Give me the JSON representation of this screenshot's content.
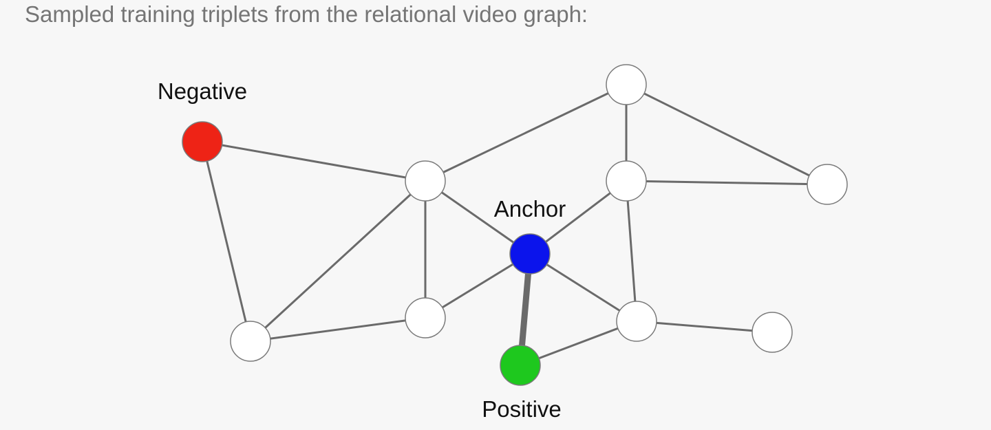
{
  "heading": "Sampled training triplets from the relational video graph:",
  "colors": {
    "background": "#f7f7f7",
    "edge": "#6a6a6a",
    "highlight_edge": "#6a6a6a",
    "node_fill": "#ffffff",
    "node_stroke": "#7a7a7a",
    "negative": "#ee2316",
    "anchor": "#0b14ec",
    "positive": "#1ec81e"
  },
  "graph": {
    "nodes": [
      {
        "id": "negative",
        "role": "negative",
        "label": "Negative"
      },
      {
        "id": "anchor",
        "role": "anchor",
        "label": "Anchor"
      },
      {
        "id": "positive",
        "role": "positive",
        "label": "Positive"
      },
      {
        "id": "n-top",
        "role": "plain",
        "label": ""
      },
      {
        "id": "n-mid-left",
        "role": "plain",
        "label": ""
      },
      {
        "id": "n-mid-right",
        "role": "plain",
        "label": ""
      },
      {
        "id": "n-far-right",
        "role": "plain",
        "label": ""
      },
      {
        "id": "n-bottom-left",
        "role": "plain",
        "label": ""
      },
      {
        "id": "n-bottom-center",
        "role": "plain",
        "label": ""
      },
      {
        "id": "n-bottom-right",
        "role": "plain",
        "label": ""
      },
      {
        "id": "n-far-bottom-right",
        "role": "plain",
        "label": ""
      }
    ],
    "edges": [
      {
        "from": "negative",
        "to": "n-mid-left"
      },
      {
        "from": "negative",
        "to": "n-bottom-left"
      },
      {
        "from": "n-mid-left",
        "to": "n-top"
      },
      {
        "from": "n-mid-left",
        "to": "anchor"
      },
      {
        "from": "n-mid-left",
        "to": "n-bottom-left"
      },
      {
        "from": "n-mid-left",
        "to": "n-bottom-center"
      },
      {
        "from": "n-top",
        "to": "n-mid-right"
      },
      {
        "from": "n-top",
        "to": "n-far-right"
      },
      {
        "from": "n-mid-right",
        "to": "n-far-right"
      },
      {
        "from": "n-mid-right",
        "to": "anchor"
      },
      {
        "from": "n-mid-right",
        "to": "n-bottom-right"
      },
      {
        "from": "anchor",
        "to": "n-bottom-center"
      },
      {
        "from": "anchor",
        "to": "n-bottom-right"
      },
      {
        "from": "anchor",
        "to": "positive",
        "highlight": true
      },
      {
        "from": "n-bottom-left",
        "to": "n-bottom-center"
      },
      {
        "from": "n-bottom-right",
        "to": "positive"
      },
      {
        "from": "n-bottom-right",
        "to": "n-far-bottom-right"
      }
    ]
  }
}
